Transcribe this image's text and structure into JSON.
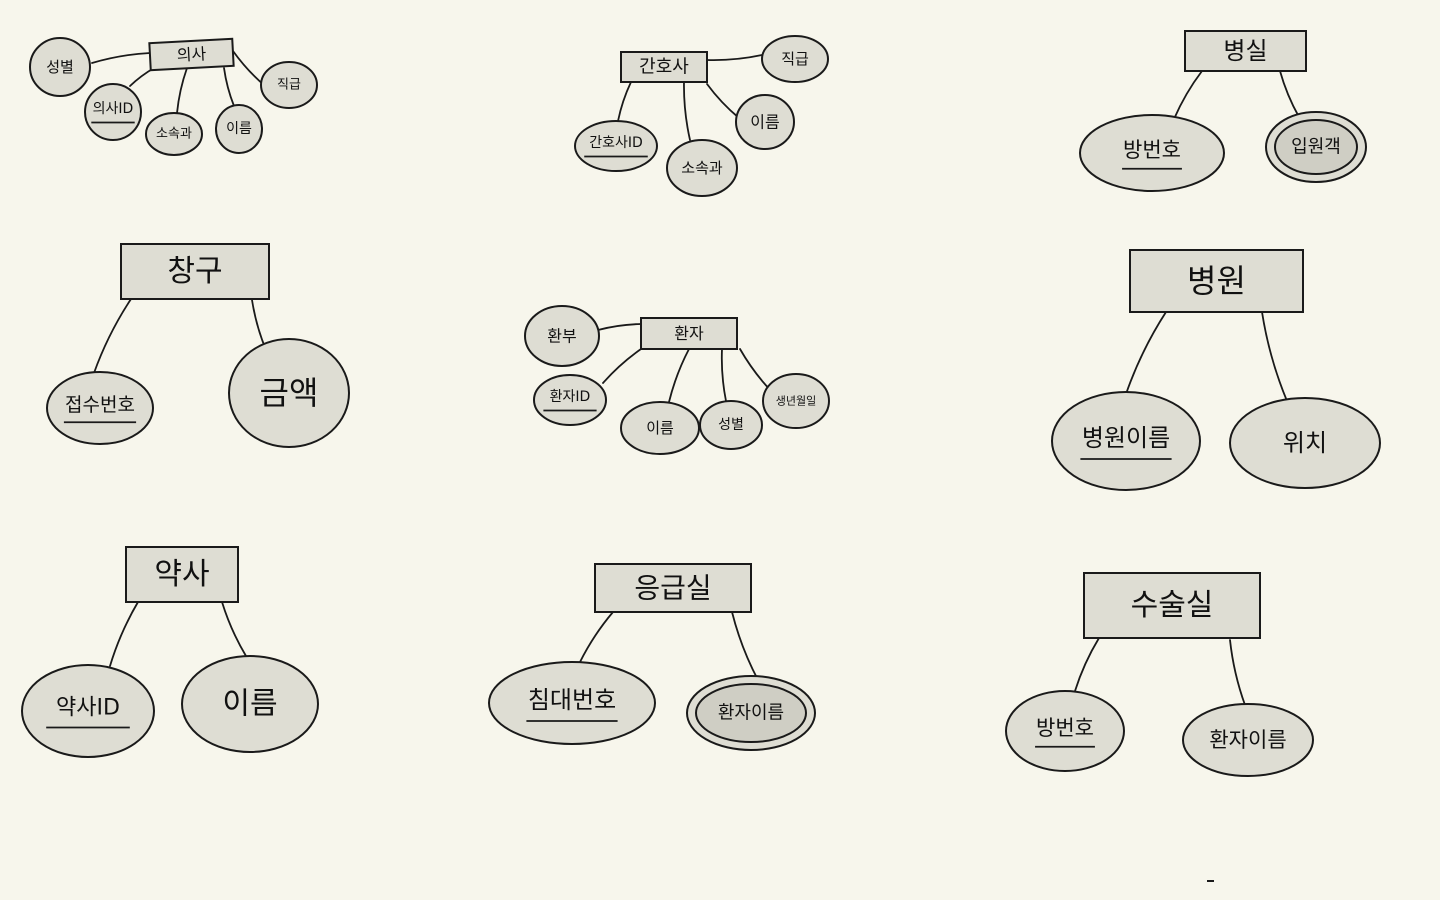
{
  "diagram": {
    "entities": [
      {
        "id": "doctor",
        "label": "의사",
        "attributes": [
          {
            "label": "성별",
            "key": false,
            "multivalued": false
          },
          {
            "label": "의사ID",
            "key": true,
            "multivalued": false
          },
          {
            "label": "소속과",
            "key": false,
            "multivalued": false
          },
          {
            "label": "이름",
            "key": false,
            "multivalued": false
          },
          {
            "label": "직급",
            "key": false,
            "multivalued": false
          }
        ]
      },
      {
        "id": "nurse",
        "label": "간호사",
        "attributes": [
          {
            "label": "간호사ID",
            "key": true,
            "multivalued": false
          },
          {
            "label": "소속과",
            "key": false,
            "multivalued": false
          },
          {
            "label": "이름",
            "key": false,
            "multivalued": false
          },
          {
            "label": "직급",
            "key": false,
            "multivalued": false
          }
        ]
      },
      {
        "id": "ward",
        "label": "병실",
        "attributes": [
          {
            "label": "방번호",
            "key": true,
            "multivalued": false
          },
          {
            "label": "입원객",
            "key": false,
            "multivalued": true
          }
        ]
      },
      {
        "id": "cashier",
        "label": "창구",
        "attributes": [
          {
            "label": "접수번호",
            "key": true,
            "multivalued": false
          },
          {
            "label": "금액",
            "key": false,
            "multivalued": false
          }
        ]
      },
      {
        "id": "patient",
        "label": "환자",
        "attributes": [
          {
            "label": "환부",
            "key": false,
            "multivalued": false
          },
          {
            "label": "환자ID",
            "key": true,
            "multivalued": false
          },
          {
            "label": "이름",
            "key": false,
            "multivalued": false
          },
          {
            "label": "성별",
            "key": false,
            "multivalued": false
          },
          {
            "label": "생년월일",
            "key": false,
            "multivalued": false
          }
        ]
      },
      {
        "id": "hospital",
        "label": "병원",
        "attributes": [
          {
            "label": "병원이름",
            "key": true,
            "multivalued": false
          },
          {
            "label": "위치",
            "key": false,
            "multivalued": false
          }
        ]
      },
      {
        "id": "pharmacist",
        "label": "약사",
        "attributes": [
          {
            "label": "약사ID",
            "key": true,
            "multivalued": false
          },
          {
            "label": "이름",
            "key": false,
            "multivalued": false
          }
        ]
      },
      {
        "id": "emergency",
        "label": "응급실",
        "attributes": [
          {
            "label": "침대번호",
            "key": true,
            "multivalued": false
          },
          {
            "label": "환자이름",
            "key": false,
            "multivalued": true
          }
        ]
      },
      {
        "id": "surgery",
        "label": "수술실",
        "attributes": [
          {
            "label": "방번호",
            "key": true,
            "multivalued": false
          },
          {
            "label": "환자이름",
            "key": false,
            "multivalued": false
          }
        ]
      }
    ]
  },
  "colors": {
    "background": "#f7f6ec",
    "shape_fill": "#deddd3",
    "stroke": "#1a1a1a"
  }
}
